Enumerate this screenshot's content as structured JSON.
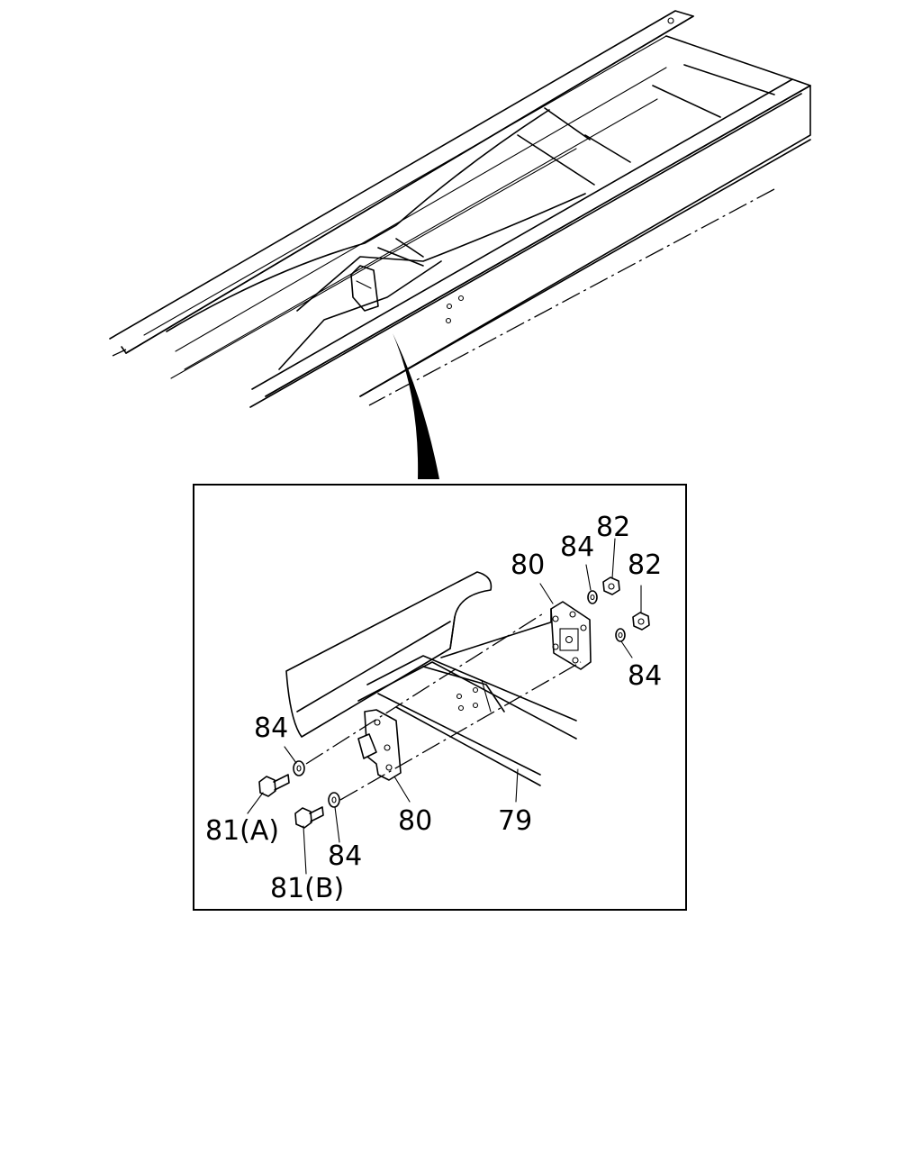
{
  "callouts": [
    {
      "id": "c80a",
      "text": "80"
    },
    {
      "id": "c84a",
      "text": "84"
    },
    {
      "id": "c82a",
      "text": "82"
    },
    {
      "id": "c82b",
      "text": "82"
    },
    {
      "id": "c84b",
      "text": "84"
    },
    {
      "id": "c84c",
      "text": "84"
    },
    {
      "id": "c81a",
      "text": "81(A)"
    },
    {
      "id": "c80b",
      "text": "80"
    },
    {
      "id": "c79",
      "text": "79"
    },
    {
      "id": "c84d",
      "text": "84"
    },
    {
      "id": "c81b",
      "text": "81(B)"
    }
  ]
}
